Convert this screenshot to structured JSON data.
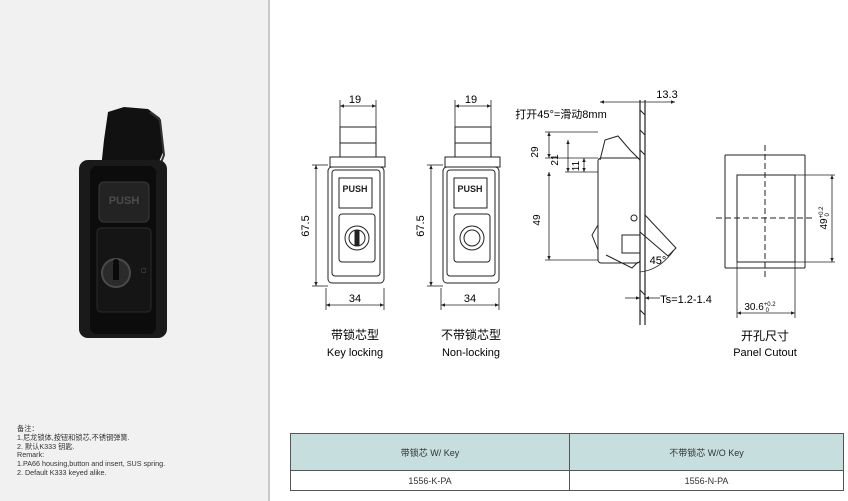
{
  "notes": {
    "lines": [
      "备注：",
      "1.尼龙锁体,按钮和锁芯,不锈钢弹簧.",
      "2. 默认K333 钥匙.",
      "Remark:",
      "1.PA66 housing,button and insert, SUS spring.",
      "2. Default K333 keyed alike."
    ]
  },
  "views": {
    "key": {
      "cn": "带锁芯型",
      "en": "Key locking",
      "dim_top": "19",
      "dim_height": "67.5",
      "dim_width": "34"
    },
    "nokey": {
      "cn": "不带锁芯型",
      "en": "Non-locking",
      "dim_top": "19",
      "dim_height": "67.5",
      "dim_width": "34"
    },
    "side": {
      "open_label": "打开45°=滑动8mm",
      "dim_133": "13.3",
      "dim_29": "29",
      "dim_21": "21",
      "dim_11": "11",
      "dim_49": "49",
      "angle": "45°",
      "ts": "Ts=1.2-1.4"
    },
    "cutout": {
      "cn": "开孔尺寸",
      "en": "Panel Cutout",
      "dim_h": "49",
      "dim_h_tol": "+0.2",
      "dim_h_tol_low": "0",
      "dim_w": "30.6",
      "dim_w_tol": "+0.2",
      "dim_w_tol_low": "0"
    },
    "push_text": "PUSH"
  },
  "table": {
    "headers": [
      "带锁芯 W/ Key",
      "不带锁芯 W/O Key"
    ],
    "values": [
      "1556-K-PA",
      "1556-N-PA"
    ]
  },
  "colors": {
    "header_bg": "#c6dedd",
    "left_panel_bg": "#f1f1f1"
  }
}
